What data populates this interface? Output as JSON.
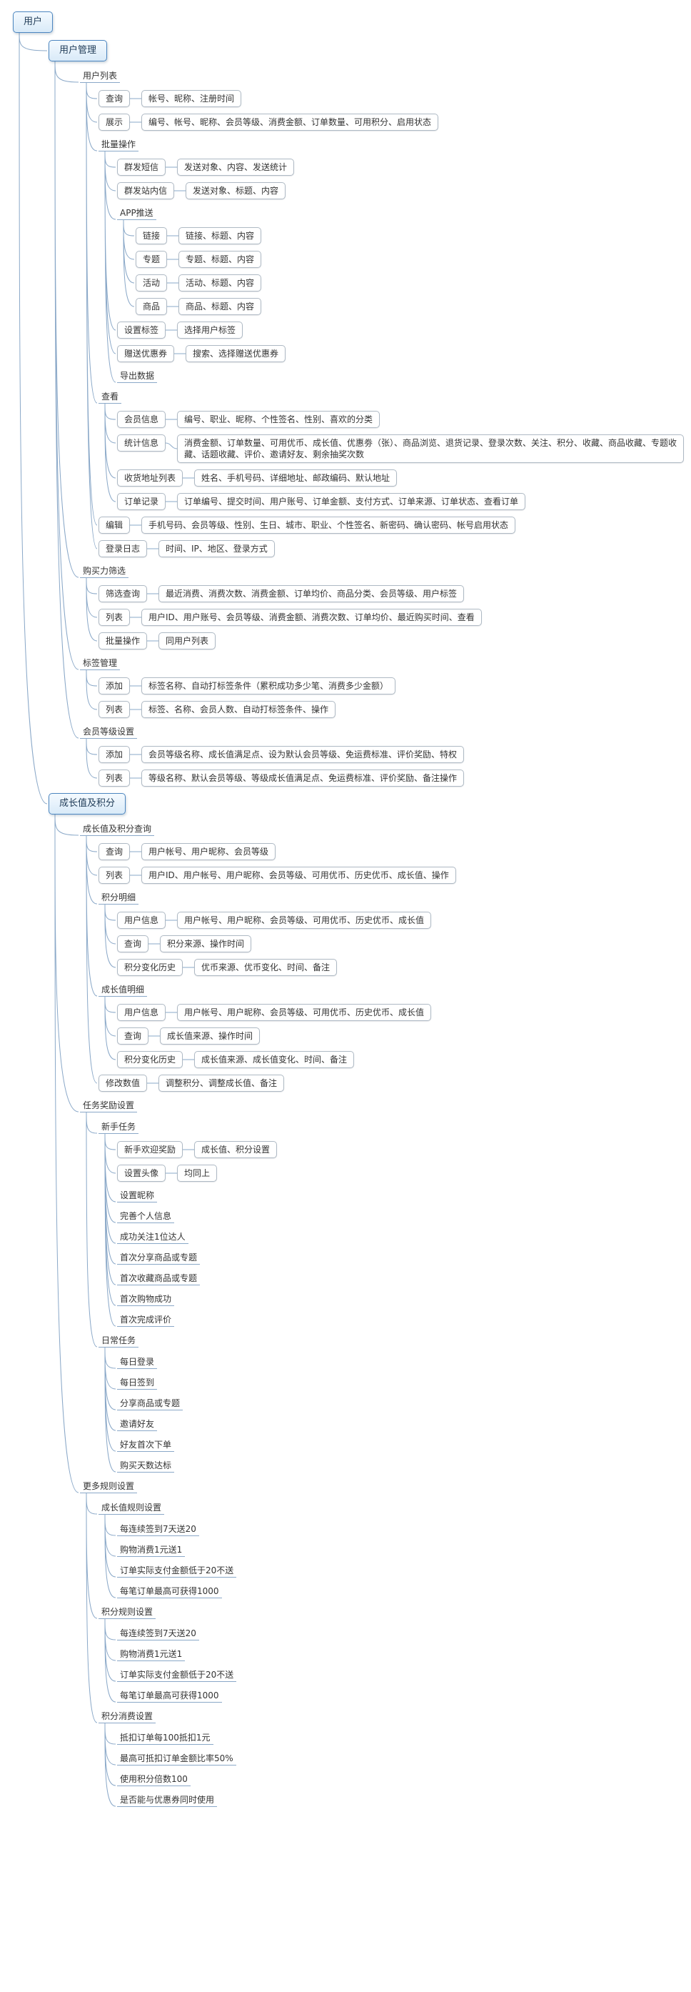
{
  "canvas": {
    "background": "#ffffff",
    "connector_color": "#8aa8c8",
    "box_border_color": "#aeb9c4",
    "root_border_color": "#4c86c0",
    "root_fill": "#d9eaf8"
  },
  "tree": {
    "label": "用户",
    "style": "root",
    "children": [
      {
        "label": "用户管理",
        "style": "root",
        "children": [
          {
            "label": "用户列表",
            "style": "line",
            "children": [
              {
                "label": "查询",
                "style": "box",
                "detail": "帐号、昵称、注册时间"
              },
              {
                "label": "展示",
                "style": "box",
                "detail": "编号、帐号、昵称、会员等级、消费金额、订单数量、可用积分、启用状态"
              },
              {
                "label": "批量操作",
                "style": "line",
                "children": [
                  {
                    "label": "群发短信",
                    "style": "box",
                    "detail": "发送对象、内容、发送统计"
                  },
                  {
                    "label": "群发站内信",
                    "style": "box",
                    "detail": "发送对象、标题、内容"
                  },
                  {
                    "label": "APP推送",
                    "style": "line",
                    "children": [
                      {
                        "label": "链接",
                        "style": "box",
                        "detail": "链接、标题、内容"
                      },
                      {
                        "label": "专题",
                        "style": "box",
                        "detail": "专题、标题、内容"
                      },
                      {
                        "label": "活动",
                        "style": "box",
                        "detail": "活动、标题、内容"
                      },
                      {
                        "label": "商品",
                        "style": "box",
                        "detail": "商品、标题、内容"
                      }
                    ]
                  },
                  {
                    "label": "设置标签",
                    "style": "box",
                    "detail": "选择用户标签"
                  },
                  {
                    "label": "赠送优惠券",
                    "style": "box",
                    "detail": "搜索、选择赠送优惠券"
                  },
                  {
                    "label": "导出数据",
                    "style": "line"
                  }
                ]
              },
              {
                "label": "查看",
                "style": "line",
                "children": [
                  {
                    "label": "会员信息",
                    "style": "box",
                    "detail": "编号、职业、昵称、个性签名、性别、喜欢的分类"
                  },
                  {
                    "label": "统计信息",
                    "style": "box",
                    "detail": "消费金额、订单数量、可用优币、成长值、优惠劵（张）、商品浏览、退货记录、登录次数、关注、积分、收藏、商品收藏、专题收藏、话题收藏、评价、邀请好友、剩余抽奖次数"
                  },
                  {
                    "label": "收货地址列表",
                    "style": "box",
                    "detail": "姓名、手机号码、详细地址、邮政编码、默认地址"
                  },
                  {
                    "label": "订单记录",
                    "style": "box",
                    "detail": "订单编号、提交时间、用户账号、订单金额、支付方式、订单来源、订单状态、查看订单"
                  }
                ]
              },
              {
                "label": "编辑",
                "style": "box",
                "detail": "手机号码、会员等级、性别、生日、城市、职业、个性签名、新密码、确认密码、帐号启用状态"
              },
              {
                "label": "登录日志",
                "style": "box",
                "detail": "时间、IP、地区、登录方式"
              }
            ]
          },
          {
            "label": "购买力筛选",
            "style": "line",
            "children": [
              {
                "label": "筛选查询",
                "style": "box",
                "detail": "最近消费、消费次数、消费金额、订单均价、商品分类、会员等级、用户标签"
              },
              {
                "label": "列表",
                "style": "box",
                "detail": "用户ID、用户账号、会员等级、消费金额、消费次数、订单均价、最近购买时间、查看"
              },
              {
                "label": "批量操作",
                "style": "box",
                "detail": "同用户列表"
              }
            ]
          },
          {
            "label": "标签管理",
            "style": "line",
            "children": [
              {
                "label": "添加",
                "style": "box",
                "detail": "标签名称、自动打标签条件（累积成功多少笔、消费多少金额）"
              },
              {
                "label": "列表",
                "style": "box",
                "detail": "标签、名称、会员人数、自动打标签条件、操作"
              }
            ]
          },
          {
            "label": "会员等级设置",
            "style": "line",
            "children": [
              {
                "label": "添加",
                "style": "box",
                "detail": "会员等级名称、成长值满足点、设为默认会员等级、免运费标准、评价奖励、特权"
              },
              {
                "label": "列表",
                "style": "box",
                "detail": "等级名称、默认会员等级、等级成长值满足点、免运费标准、评价奖励、备注操作"
              }
            ]
          }
        ]
      },
      {
        "label": "成长值及积分",
        "style": "root",
        "children": [
          {
            "label": "成长值及积分查询",
            "style": "line",
            "children": [
              {
                "label": "查询",
                "style": "box",
                "detail": "用户帐号、用户昵称、会员等级"
              },
              {
                "label": "列表",
                "style": "box",
                "detail": "用户ID、用户帐号、用户昵称、会员等级、可用优币、历史优币、成长值、操作"
              },
              {
                "label": "积分明细",
                "style": "line",
                "children": [
                  {
                    "label": "用户信息",
                    "style": "box",
                    "detail": "用户帐号、用户昵称、会员等级、可用优币、历史优币、成长值"
                  },
                  {
                    "label": "查询",
                    "style": "box",
                    "detail": "积分来源、操作时间"
                  },
                  {
                    "label": "积分变化历史",
                    "style": "box",
                    "detail": "优币来源、优币变化、时间、备注"
                  }
                ]
              },
              {
                "label": "成长值明细",
                "style": "line",
                "children": [
                  {
                    "label": "用户信息",
                    "style": "box",
                    "detail": "用户帐号、用户昵称、会员等级、可用优币、历史优币、成长值"
                  },
                  {
                    "label": "查询",
                    "style": "box",
                    "detail": "成长值来源、操作时间"
                  },
                  {
                    "label": "积分变化历史",
                    "style": "box",
                    "detail": "成长值来源、成长值变化、时间、备注"
                  }
                ]
              },
              {
                "label": "修改数值",
                "style": "box",
                "detail": "调整积分、调整成长值、备注"
              }
            ]
          },
          {
            "label": "任务奖励设置",
            "style": "line",
            "children": [
              {
                "label": "新手任务",
                "style": "line",
                "children": [
                  {
                    "label": "新手欢迎奖励",
                    "style": "box",
                    "detail": "成长值、积分设置"
                  },
                  {
                    "label": "设置头像",
                    "style": "box",
                    "detail": "均同上"
                  },
                  {
                    "label": "设置昵称",
                    "style": "line"
                  },
                  {
                    "label": "完善个人信息",
                    "style": "line"
                  },
                  {
                    "label": "成功关注1位达人",
                    "style": "line"
                  },
                  {
                    "label": "首次分享商品或专题",
                    "style": "line"
                  },
                  {
                    "label": "首次收藏商品或专题",
                    "style": "line"
                  },
                  {
                    "label": "首次购物成功",
                    "style": "line"
                  },
                  {
                    "label": "首次完成评价",
                    "style": "line"
                  }
                ]
              },
              {
                "label": "日常任务",
                "style": "line",
                "children": [
                  {
                    "label": "每日登录",
                    "style": "line"
                  },
                  {
                    "label": "每日签到",
                    "style": "line"
                  },
                  {
                    "label": "分享商品或专题",
                    "style": "line"
                  },
                  {
                    "label": "邀请好友",
                    "style": "line"
                  },
                  {
                    "label": "好友首次下单",
                    "style": "line"
                  },
                  {
                    "label": "购买天数达标",
                    "style": "line"
                  }
                ]
              }
            ]
          },
          {
            "label": "更多规则设置",
            "style": "line",
            "children": [
              {
                "label": "成长值规则设置",
                "style": "line",
                "children": [
                  {
                    "label": "每连续签到7天送20",
                    "style": "line"
                  },
                  {
                    "label": "购物消费1元送1",
                    "style": "line"
                  },
                  {
                    "label": "订单实际支付金额低于20不送",
                    "style": "line"
                  },
                  {
                    "label": "每笔订单最高可获得1000",
                    "style": "line"
                  }
                ]
              },
              {
                "label": "积分规则设置",
                "style": "line",
                "children": [
                  {
                    "label": "每连续签到7天送20",
                    "style": "line"
                  },
                  {
                    "label": "购物消费1元送1",
                    "style": "line"
                  },
                  {
                    "label": "订单实际支付金额低于20不送",
                    "style": "line"
                  },
                  {
                    "label": "每笔订单最高可获得1000",
                    "style": "line"
                  }
                ]
              },
              {
                "label": "积分消费设置",
                "style": "line",
                "children": [
                  {
                    "label": "抵扣订单每100抵扣1元",
                    "style": "line"
                  },
                  {
                    "label": "最高可抵扣订单金额比率50%",
                    "style": "line"
                  },
                  {
                    "label": "使用积分倍数100",
                    "style": "line"
                  },
                  {
                    "label": "是否能与优惠券同时使用",
                    "style": "line"
                  }
                ]
              }
            ]
          }
        ]
      }
    ]
  }
}
